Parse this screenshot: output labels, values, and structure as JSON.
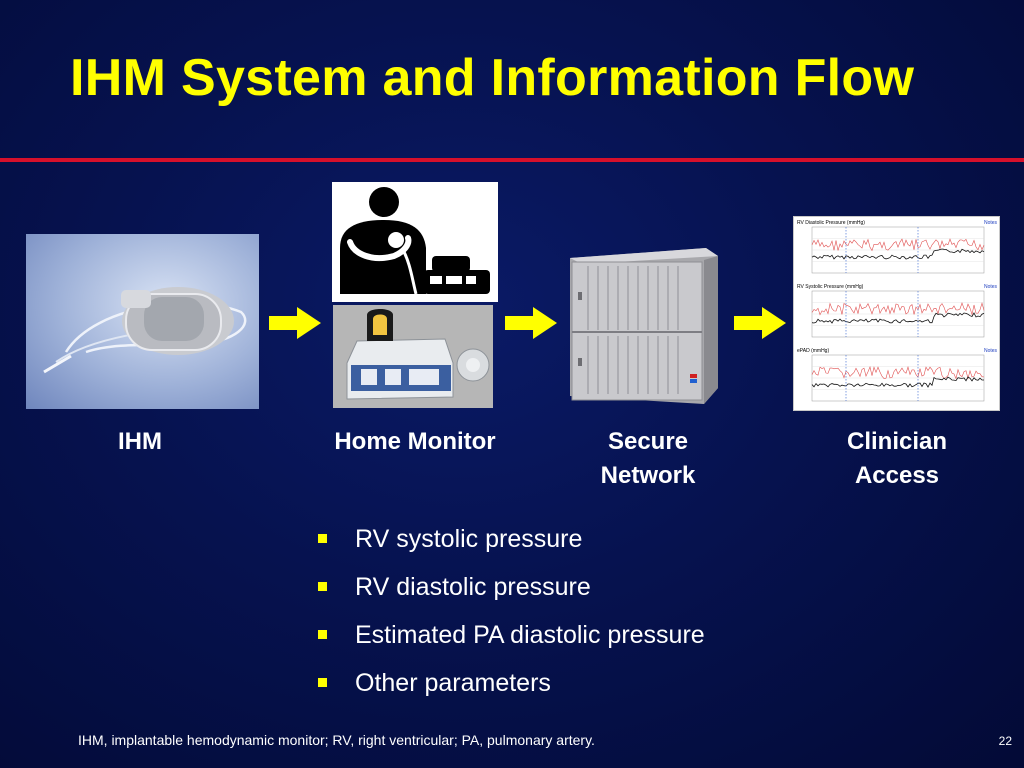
{
  "slide": {
    "title": "IHM System and Information Flow",
    "page_number": "22",
    "footnote": "IHM, implantable hemodynamic monitor; RV, right ventricular; PA, pulmonary artery."
  },
  "stages": [
    {
      "label": "IHM"
    },
    {
      "label": "Home Monitor"
    },
    {
      "label": "Secure Network"
    },
    {
      "label": "Clinician Access"
    }
  ],
  "stage_label_lines": {
    "secure": [
      "Secure",
      "Network"
    ],
    "clinician": [
      "Clinician",
      "Access"
    ]
  },
  "bullets": [
    "RV systolic pressure",
    "RV diastolic pressure",
    "Estimated PA diastolic pressure",
    "Other parameters"
  ],
  "colors": {
    "title": "#ffff00",
    "rule": "#d6102b",
    "arrow": "#ffff00",
    "bullet": "#ffff00",
    "background": "#06124f"
  },
  "clinician_chart": {
    "panels": [
      {
        "title": "RV Diastolic Pressure (mmHg)",
        "link": "Notes"
      },
      {
        "title": "RV Systolic Pressure (mmHg)",
        "link": "Notes"
      },
      {
        "title": "ePAD (mmHg)",
        "link": "Notes"
      }
    ]
  }
}
